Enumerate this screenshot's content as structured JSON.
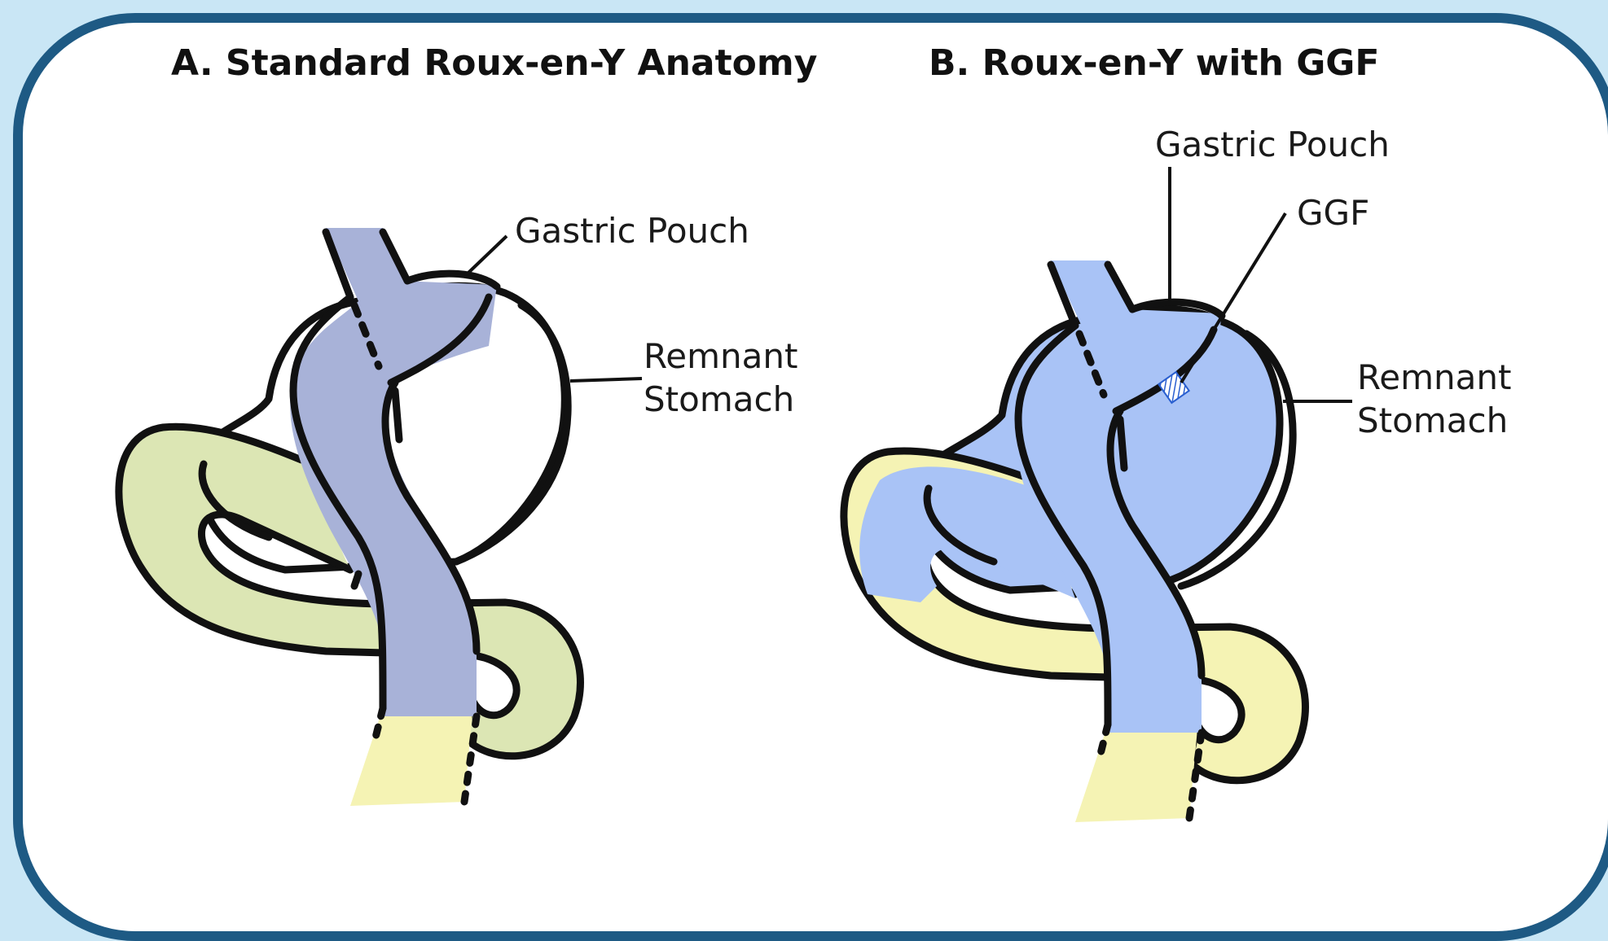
{
  "panel_a": {
    "title": "A. Standard Roux-en-Y Anatomy",
    "labels": {
      "gastric_pouch": "Gastric Pouch",
      "remnant_line1": "Remnant",
      "remnant_line2": "Stomach"
    }
  },
  "panel_b": {
    "title": "B. Roux-en-Y with GGF",
    "labels": {
      "gastric_pouch": "Gastric Pouch",
      "ggf": "GGF",
      "remnant_line1": "Remnant",
      "remnant_line2": "Stomach"
    }
  },
  "colors": {
    "background": "#c9e6f5",
    "frame_border": "#1e5a84",
    "panel_a_food_limb": "#a8b2d8",
    "panel_b_food_limb": "#a9c3f6",
    "biliary_limb": "#dce6b4",
    "common_channel": "#f5f3b4",
    "ggf_hatch": "#2a5fd0"
  }
}
